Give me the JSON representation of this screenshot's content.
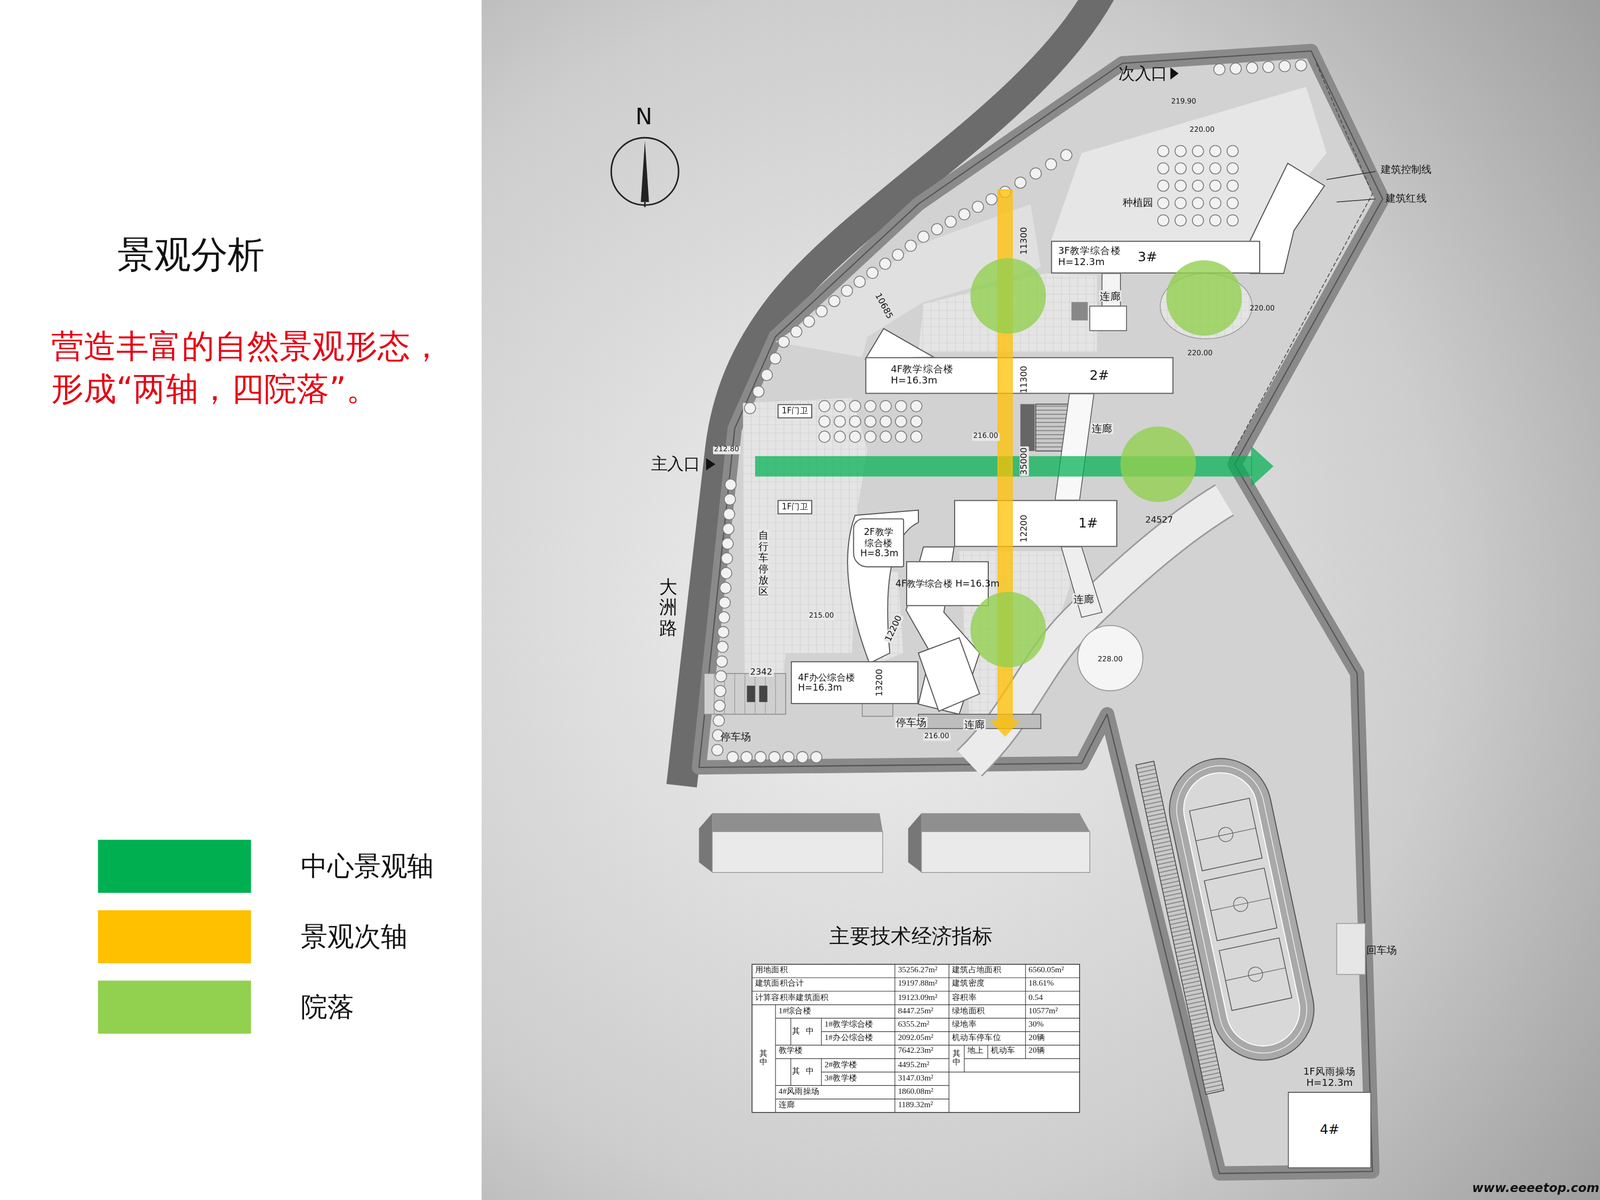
{
  "diagram": {
    "title": "景观分析",
    "caption": "营造丰富的自然景观形态，形成“两轴，四院落”。",
    "nodes": [
      {
        "text": [
          "3F教学综合楼 H=12.3m",
          "3#"
        ]
      },
      {
        "text": [
          "4F教学综合楼 H=16.3m",
          "2#"
        ]
      },
      {
        "text": [
          "1F门卫"
        ]
      },
      {
        "text": [
          "1F门卫"
        ]
      },
      {
        "text": [
          "1#"
        ]
      },
      {
        "text": [
          "2F教学综合楼 H=8.3m"
        ]
      },
      {
        "text": [
          "4F教学综合楼 H=16.3m"
        ]
      },
      {
        "text": [
          "4F办公综合楼 H=16.3m"
        ]
      },
      {
        "text": [
          "1F风雨操场 H=12.3m",
          "4#"
        ]
      }
    ],
    "labels": [
      "N",
      "次入口",
      "主入口",
      "大洲路",
      "种植园",
      "建筑控制线",
      "建筑红线",
      "连廊",
      "连廊",
      "连廊",
      "连廊",
      "停车场",
      "停车场",
      "回车场",
      "自行车停放区",
      "11300",
      "11300",
      "35000",
      "12200",
      "12200",
      "13200",
      "10685",
      "24527",
      "2342",
      "219.90",
      "220.00",
      "220.00",
      "220.00",
      "212.80",
      "216.00",
      "215.00",
      "228.00",
      "216.00",
      "主要技术经济指标",
      "用地面积",
      "35256.27m²",
      "建筑占地面积",
      "6560.05m²",
      "建筑面积合计",
      "19197.88m²",
      "建筑密度",
      "18.61%",
      "计算容积率建筑面积",
      "19123.09m²",
      "容积率",
      "0.54",
      "其中",
      "1#综合楼",
      "8447.25m²",
      "绿地面积",
      "10577m²",
      "其中",
      "1#教学综合楼",
      "6355.2m²",
      "绿地率",
      "30%",
      "1#办公综合楼",
      "2092.05m²",
      "机动车停车位",
      "20辆",
      "教学楼",
      "7642.23m²",
      "其中",
      "地上",
      "机动车",
      "20辆",
      "其中",
      "2#教学楼",
      "4495.2m²",
      "3#教学楼",
      "3147.03m²",
      "4#风雨操场",
      "1860.08m²",
      "连廊",
      "1189.32m²",
      "www.eeeetop.com"
    ],
    "legend": [
      {
        "text": "中心景观轴",
        "color": "#00b050"
      },
      {
        "text": "景观次轴",
        "color": "#ffc000"
      },
      {
        "text": "院落",
        "color": "#92d050"
      }
    ]
  }
}
